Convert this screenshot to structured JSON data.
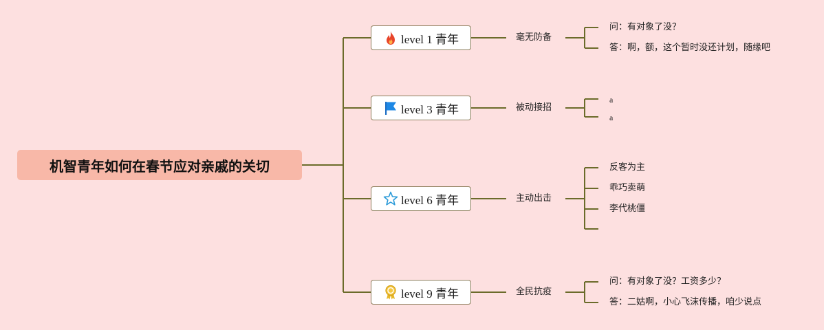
{
  "root": {
    "title": "机智青年如何在春节应对亲戚的关切"
  },
  "colors": {
    "background": "#fde0e0",
    "root_fill": "#f8b8a8",
    "connector": "#6b6b2a",
    "node_border": "#8b7d5a"
  },
  "branches": [
    {
      "level_text": "level 1 青年",
      "icon": "fire-icon",
      "strategy": "毫无防备",
      "leaves": [
        "问：有对象了没？",
        "答：啊，额，这个暂时没还计划，随缘吧"
      ]
    },
    {
      "level_text": "level 3 青年",
      "icon": "flag-icon",
      "strategy": "被动接招",
      "leaves": [
        "a",
        "a"
      ]
    },
    {
      "level_text": "level 6 青年",
      "icon": "star-icon",
      "strategy": "主动出击",
      "leaves": [
        "反客为主",
        "乖巧卖萌",
        "李代桃僵",
        ""
      ]
    },
    {
      "level_text": "level 9 青年",
      "icon": "medal-icon",
      "strategy": "全民抗疫",
      "leaves": [
        "问：有对象了没？工资多少？",
        "答：二姑啊，小心飞沫传播，咱少说点"
      ]
    }
  ]
}
